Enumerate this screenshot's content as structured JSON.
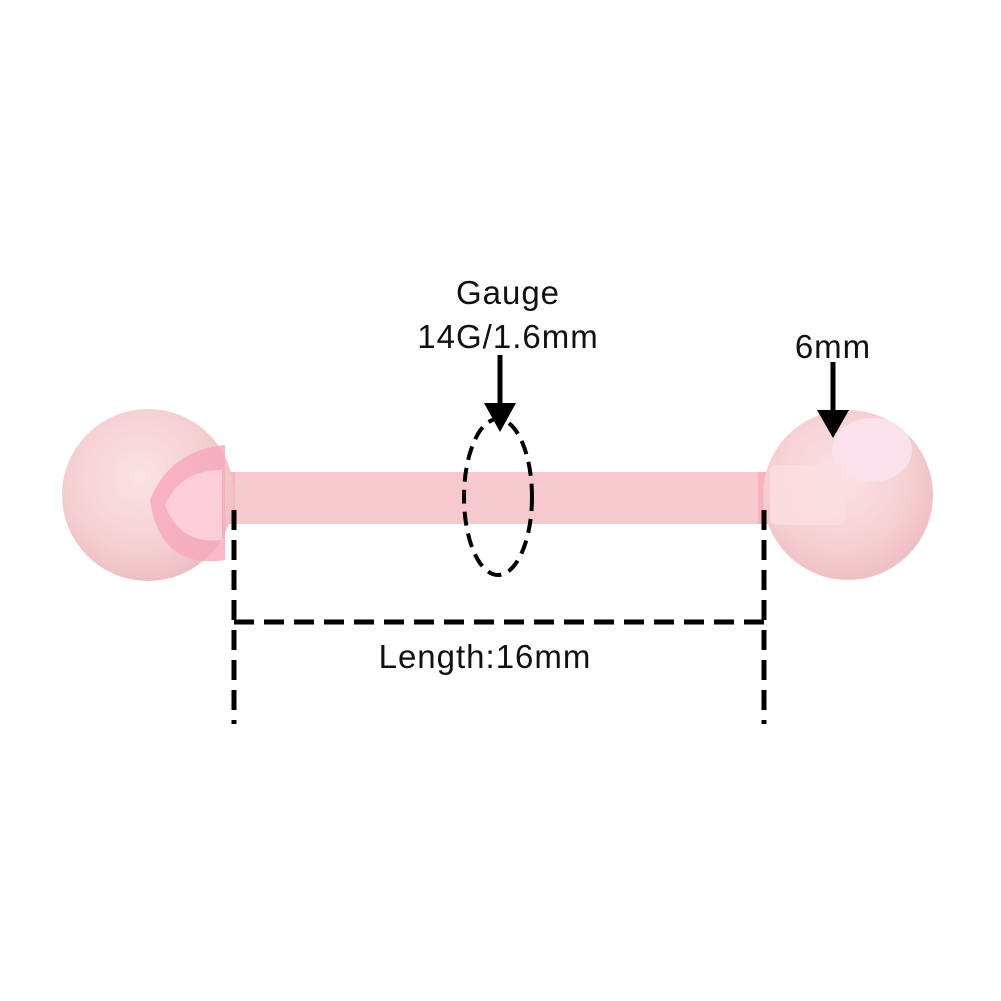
{
  "gauge": {
    "title": "Gauge",
    "value": "14G/1.6mm"
  },
  "ball": {
    "size": "6mm"
  },
  "length": {
    "label": "Length:16mm"
  },
  "colors": {
    "bar": "#f6c9cd",
    "ball": "#f5cfd2",
    "accent": "#f9a9bd",
    "line": "#000000"
  }
}
